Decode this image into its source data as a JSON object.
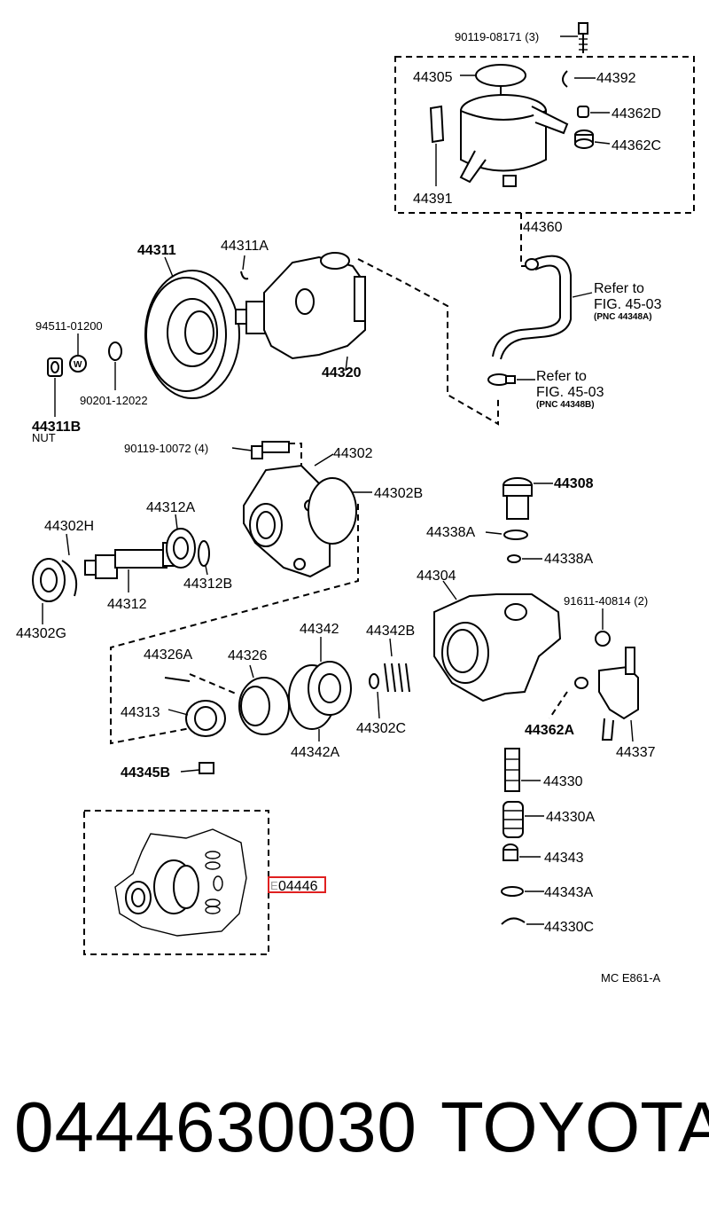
{
  "diagram": {
    "labels": {
      "bolt_top": "90119-08171 (3)",
      "cap": "44305",
      "clip_top": "44392",
      "grommet_d": "44362D",
      "grommet_c": "44362C",
      "bracket": "44391",
      "reservoir": "44360",
      "pulley": "44311",
      "key": "44311A",
      "pump": "44320",
      "washer_w": "94511-01200",
      "washer": "90201-12022",
      "nut": "44311B",
      "nut_sub": "NUT",
      "refer1_a": "Refer to",
      "refer1_b": "FIG. 45-03",
      "refer1_c": "(PNC 44348A)",
      "refer2_a": "Refer to",
      "refer2_b": "FIG. 45-03",
      "refer2_c": "(PNC 44348B)",
      "bolt_mid": "90119-10072 (4)",
      "front_housing": "44302",
      "gasket": "44302B",
      "plug": "44308",
      "oring_a": "44338A",
      "oring_b": "44338A",
      "seal_h": "44302H",
      "bearing": "44312A",
      "snap": "44312B",
      "shaft": "44312",
      "seal_g": "44302G",
      "rear_housing": "44304",
      "bolt_r": "91611-40814 (2)",
      "pin": "44326A",
      "cam_ring": "44326",
      "plate": "44342",
      "spring": "44342B",
      "rotor": "44313",
      "oring_c": "44302C",
      "vane": "44345B",
      "plate_a": "44342A",
      "oring_362a": "44362A",
      "bracket_337": "44337",
      "valve": "44330",
      "spring_a": "44330A",
      "plug_343": "44343",
      "oring_343a": "44343A",
      "clip_330c": "44330C",
      "kit": "04446",
      "kit_mark": "E",
      "diagram_code": "MC  E861-A"
    }
  },
  "footer": {
    "part_number": "0444630030",
    "brand": "TOYOTA"
  },
  "colors": {
    "highlight": "#e02020",
    "line": "#000000"
  }
}
